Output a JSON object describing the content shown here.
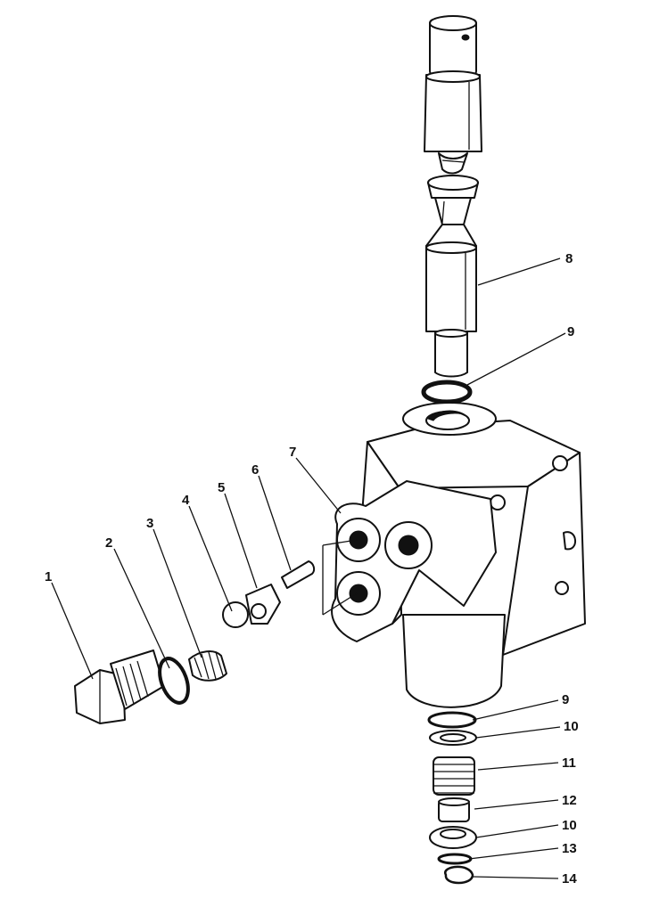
{
  "callouts": [
    {
      "id": "c1",
      "label": "1"
    },
    {
      "id": "c2",
      "label": "2"
    },
    {
      "id": "c3",
      "label": "3"
    },
    {
      "id": "c4",
      "label": "4"
    },
    {
      "id": "c5",
      "label": "5"
    },
    {
      "id": "c6",
      "label": "6"
    },
    {
      "id": "c7",
      "label": "7"
    },
    {
      "id": "c8",
      "label": "8"
    },
    {
      "id": "c9a",
      "label": "9"
    },
    {
      "id": "c9b",
      "label": "9"
    },
    {
      "id": "c10a",
      "label": "10"
    },
    {
      "id": "c11",
      "label": "11"
    },
    {
      "id": "c12",
      "label": "12"
    },
    {
      "id": "c10b",
      "label": "10"
    },
    {
      "id": "c13",
      "label": "13"
    },
    {
      "id": "c14",
      "label": "14"
    }
  ]
}
